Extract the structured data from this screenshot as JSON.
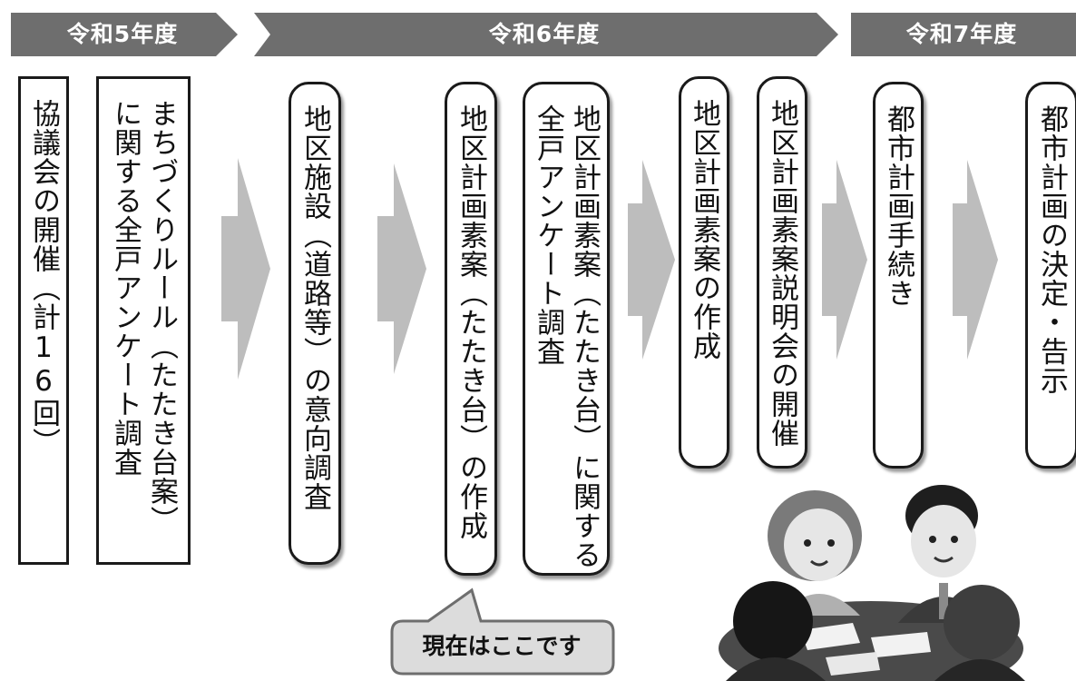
{
  "timeline": {
    "years": [
      {
        "label": "令和5年度"
      },
      {
        "label": "令和6年度"
      },
      {
        "label": "令和7年度"
      }
    ],
    "banner_color": "#6e6e6e"
  },
  "steps": [
    {
      "text": "協議会の開催（計16回）"
    },
    {
      "text": "まちづくりルール（たたき台案）に関する全戸アンケート調査"
    },
    {
      "text": "地区施設（道路等）の意向調査"
    },
    {
      "text": "地区計画素案（たたき台）の作成"
    },
    {
      "text": "地区計画素案（たたき台）に関する全戸アンケート調査"
    },
    {
      "text": "地区計画素案の作成"
    },
    {
      "text": "地区計画素案説明会の開催"
    },
    {
      "text": "都市計画手続き"
    },
    {
      "text": "都市計画の決定・告示"
    }
  ],
  "callout": {
    "label": "現在はここです"
  },
  "illustration": {
    "name": "meeting-people-illustration"
  }
}
